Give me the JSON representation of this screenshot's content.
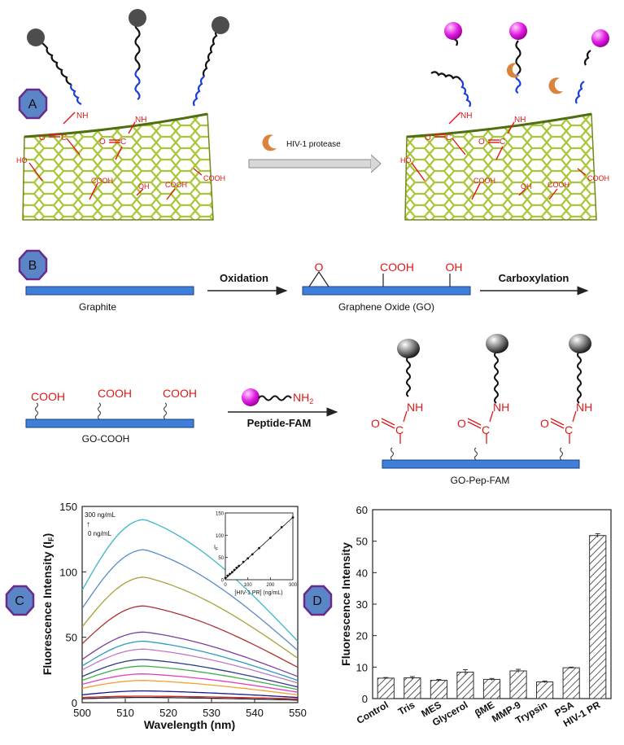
{
  "badges": {
    "a": "A",
    "b": "B",
    "c": "C",
    "d": "D"
  },
  "colors": {
    "badge_fill": "#5a86c7",
    "badge_ring": "#6a2a8a",
    "graphene": "#a9c63a",
    "graphene_dark": "#6f8a1c",
    "dye_quenched": "#4d4d4d",
    "dye_fluorescent": "#e11ee1",
    "protease": "#d9843a",
    "bar_blue": "#3f7fd9",
    "label_red": "#e01818"
  },
  "panel_a": {
    "arrow_label": "HIV-1 protease",
    "left_labels": {
      "nh": "NH",
      "c": "C",
      "o": "O",
      "ho": "HO",
      "cooh1": "COOH",
      "oh": "OH",
      "cooh2": "COOH",
      "cooh3": "COOH"
    },
    "right_labels": {
      "nh": "NH",
      "c": "C",
      "o": "O",
      "ho": "HO",
      "cooh1": "COOH",
      "oh": "OH",
      "cooh2": "COOH",
      "cooh3": "COOH"
    }
  },
  "panel_b": {
    "graphite": "Graphite",
    "oxidation": "Oxidation",
    "go_o": "O",
    "go_cooh": "COOH",
    "go_oh": "OH",
    "go": "Graphene Oxide (GO)",
    "carboxylation": "Carboxylation",
    "gocooh_groups": [
      "COOH",
      "COOH",
      "COOH"
    ],
    "gocooh": "GO-COOH",
    "nh2": "NH",
    "nh2_sub": "2",
    "peptide_fam": "Peptide-FAM",
    "pep_nh": "NH",
    "pep_c": "C",
    "pep_o": "O",
    "gopepfam": "GO-Pep-FAM"
  },
  "chart_data": [
    {
      "type": "line",
      "xlabel": "Wavelength (nm)",
      "ylabel": "Fluorescence Intensity (I",
      "ylabel_sub": "F",
      "ylabel_close": ")",
      "xlim": [
        500,
        550
      ],
      "ylim": [
        0,
        150
      ],
      "xticks": [
        500,
        510,
        520,
        530,
        540,
        550
      ],
      "yticks": [
        0,
        50,
        100,
        150
      ],
      "annotation_top": "300 ng/mL",
      "annotation_bottom": "0 ng/mL",
      "peak_x": 514.5,
      "series": [
        {
          "color": "#3ab8c4",
          "y_500": 86,
          "y_peak": 140,
          "y_550": 47
        },
        {
          "color": "#5a8ac6",
          "y_500": 72,
          "y_peak": 117,
          "y_550": 40
        },
        {
          "color": "#a8a23a",
          "y_500": 58,
          "y_peak": 96,
          "y_550": 34
        },
        {
          "color": "#b0302e",
          "y_500": 45,
          "y_peak": 74,
          "y_550": 27
        },
        {
          "color": "#7a3f9a",
          "y_500": 33,
          "y_peak": 54,
          "y_550": 20
        },
        {
          "color": "#2a9cc0",
          "y_500": 28,
          "y_peak": 47,
          "y_550": 17
        },
        {
          "color": "#c07ac0",
          "y_500": 25,
          "y_peak": 41,
          "y_550": 15
        },
        {
          "color": "#2c3e8c",
          "y_500": 20,
          "y_peak": 33,
          "y_550": 12
        },
        {
          "color": "#3fae49",
          "y_500": 17,
          "y_peak": 28,
          "y_550": 10
        },
        {
          "color": "#e040c0",
          "y_500": 14,
          "y_peak": 22,
          "y_550": 8
        },
        {
          "color": "#f0a030",
          "y_500": 11,
          "y_peak": 17,
          "y_550": 6
        },
        {
          "color": "#1a1a8a",
          "y_500": 6,
          "y_peak": 9,
          "y_550": 4
        },
        {
          "color": "#d02020",
          "y_500": 4,
          "y_peak": 5,
          "y_550": 3
        },
        {
          "color": "#202020",
          "y_500": 3,
          "y_peak": 4,
          "y_550": 2
        }
      ],
      "inset": {
        "type": "scatter",
        "xlabel": "[HIV-1 PR] (ng/mL)",
        "ylabel": "I",
        "ylabel_sub": "F",
        "xlim": [
          0,
          300
        ],
        "ylim": [
          0,
          150
        ],
        "xticks": [
          0,
          100,
          200,
          300
        ],
        "yticks": [
          0,
          50,
          100,
          150
        ],
        "x": [
          0,
          10,
          20,
          30,
          40,
          50,
          60,
          80,
          100,
          120,
          150,
          200,
          250,
          300
        ],
        "y": [
          4,
          9,
          13,
          17,
          22,
          27,
          31,
          40,
          48,
          57,
          71,
          94,
          118,
          140
        ],
        "fit": [
          [
            0,
            2
          ],
          [
            300,
            140
          ]
        ]
      }
    },
    {
      "type": "bar",
      "ylabel": "Fluorescence Intensity",
      "ylim": [
        0,
        60
      ],
      "yticks": [
        0,
        10,
        20,
        30,
        40,
        50,
        60
      ],
      "categories": [
        "Control",
        "Tris",
        "MES",
        "Glycerol",
        "βME",
        "MMP-9",
        "Trypsin",
        "PSA",
        "HIV-1 PR"
      ],
      "values": [
        6.5,
        6.6,
        5.8,
        8.4,
        6.1,
        8.8,
        5.3,
        9.8,
        51.8
      ],
      "errors": [
        0.2,
        0.4,
        0.3,
        0.8,
        0.3,
        0.5,
        0.3,
        0.2,
        0.6
      ]
    }
  ]
}
